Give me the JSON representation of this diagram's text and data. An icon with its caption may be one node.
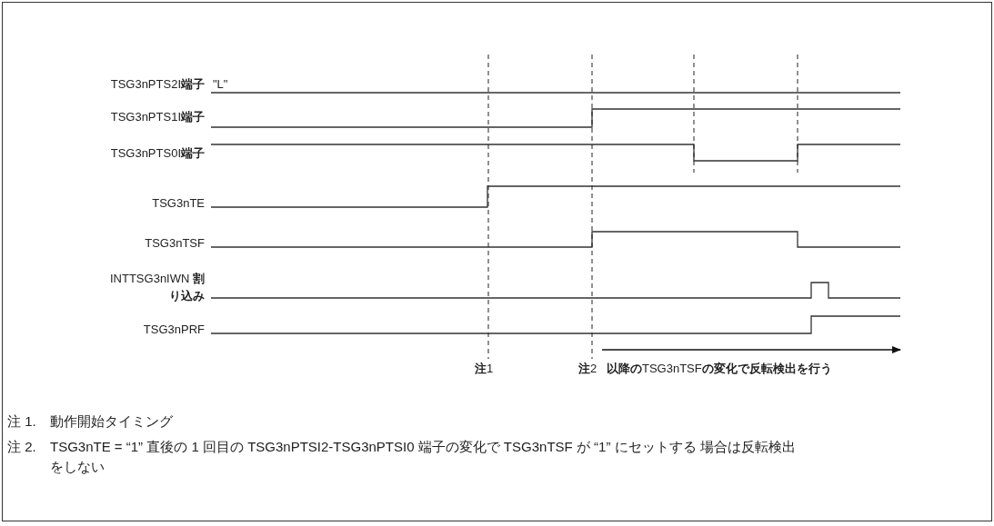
{
  "diagram": {
    "labels": [
      "TSG3nPTS2I**端子**",
      "\"L\"",
      "TSG3nPTS1I**端子**",
      "TSG3nPTS0I**端子**",
      "TSG3nTE",
      "TSG3nTSF",
      "INTTSG3nIWN **割り込み**",
      "TSG3nPRF",
      "**注**1",
      "**注**2",
      "**以降の**TSG3nTSF**の変化で反転検出を行う**",
      "注 1.",
      "動作開始タイミング",
      "注 2.",
      "TSG3nTE = “1” 直後の 1 回目の TSG3nPTSI2-TSG3nPTSI0 端子の変化で TSG3nTSF が “1” にセットする 場合は反転検出をしない"
    ]
  }
}
